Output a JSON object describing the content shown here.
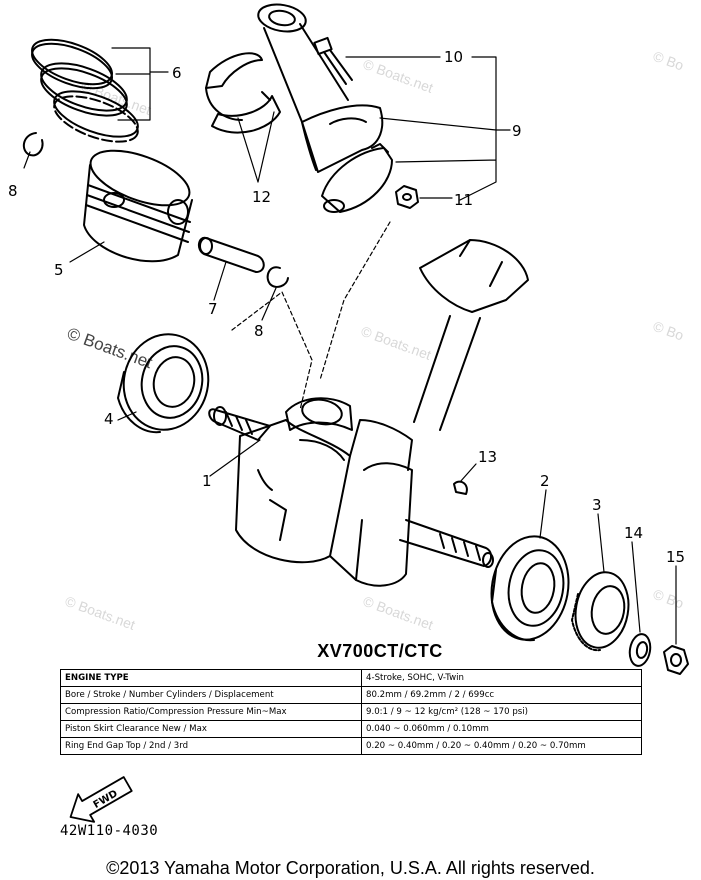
{
  "callouts": {
    "c1": "1",
    "c2": "2",
    "c3": "3",
    "c4": "4",
    "c5": "5",
    "c6": "6",
    "c7": "7",
    "c8a": "8",
    "c8b": "8",
    "c9": "9",
    "c10": "10",
    "c11": "11",
    "c12": "12",
    "c13": "13",
    "c14": "14",
    "c15": "15"
  },
  "watermarks": {
    "w1": "© Boats.net",
    "w2": "© Boats.net",
    "w3": "© Boats.net",
    "w4": "© Bo",
    "w5": "© Boats.net",
    "w6": "© Boats.net",
    "w7": "© Bo",
    "w8": "© Boats.net",
    "w9": "© Boats.net",
    "w10": "© Boats.net",
    "w11": "© Bo"
  },
  "spec": {
    "title": "XV700CT/CTC",
    "rows": [
      {
        "label": "ENGINE TYPE",
        "value": "4-Stroke, SOHC, V-Twin"
      },
      {
        "label": "Bore / Stroke / Number Cylinders / Displacement",
        "value": "80.2mm / 69.2mm / 2 / 699cc"
      },
      {
        "label": "Compression Ratio/Compression Pressure Min~Max",
        "value": "9.0:1 / 9 ~ 12 kg/cm² (128 ~ 170 psi)"
      },
      {
        "label": "Piston Skirt Clearance New / Max",
        "value": "0.040 ~ 0.060mm / 0.10mm"
      },
      {
        "label": "Ring End Gap Top / 2nd / 3rd",
        "value": "0.20 ~ 0.40mm / 0.20 ~ 0.40mm / 0.20 ~ 0.70mm"
      }
    ]
  },
  "fwd_label": "FWD",
  "part_number": "42W110-4030",
  "copyright": "©2013 Yamaha Motor Corporation, U.S.A. All rights reserved."
}
